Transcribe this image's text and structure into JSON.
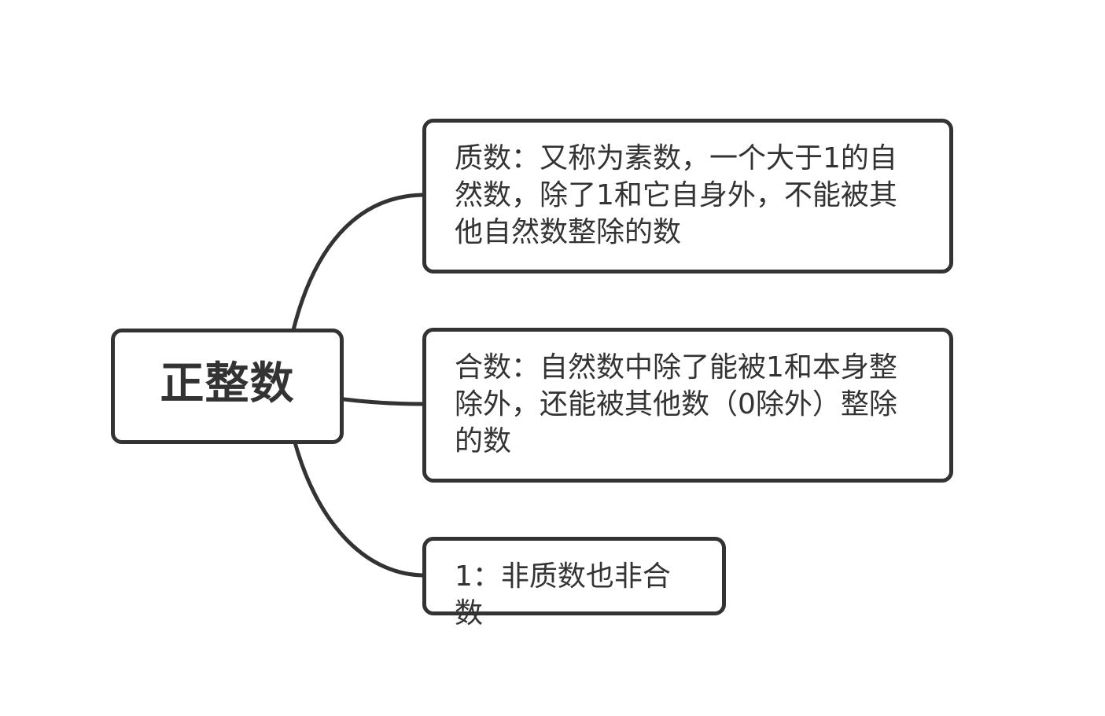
{
  "root": {
    "label": "正整数"
  },
  "children": [
    {
      "text": "质数：又称为素数，一个大于1的自然数，除了1和它自身外，不能被其他自然数整除的数"
    },
    {
      "text": "合数：自然数中除了能被1和本身整除外，还能被其他数（0除外）整除的数"
    },
    {
      "text": "1：非质数也非合数"
    }
  ],
  "colors": {
    "stroke": "#333333",
    "text": "#333333",
    "background": "#ffffff"
  }
}
